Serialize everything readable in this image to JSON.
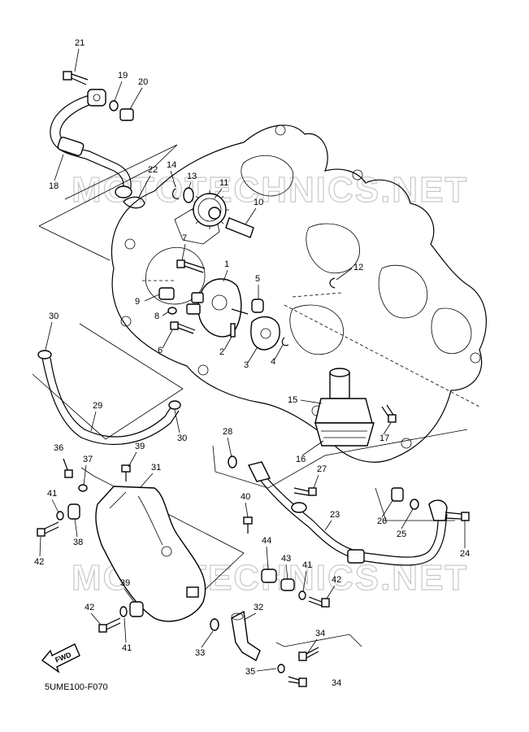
{
  "watermark_top": "MOTOTECHNICS.NET",
  "watermark_bottom": "MOTOTECHNICS.NET",
  "diagram_code": "5UME100-F070",
  "fwd_label": "FWD",
  "callouts": [
    "1",
    "2",
    "3",
    "4",
    "5",
    "6",
    "7",
    "8",
    "9",
    "10",
    "11",
    "12",
    "13",
    "14",
    "15",
    "16",
    "17",
    "18",
    "19",
    "20",
    "21",
    "22",
    "23",
    "24",
    "25",
    "26",
    "27",
    "28",
    "29",
    "30",
    "30",
    "31",
    "32",
    "33",
    "34",
    "35",
    "36",
    "37",
    "38",
    "39",
    "39",
    "40",
    "40",
    "41",
    "41",
    "41",
    "42",
    "42",
    "42",
    "43",
    "44"
  ]
}
